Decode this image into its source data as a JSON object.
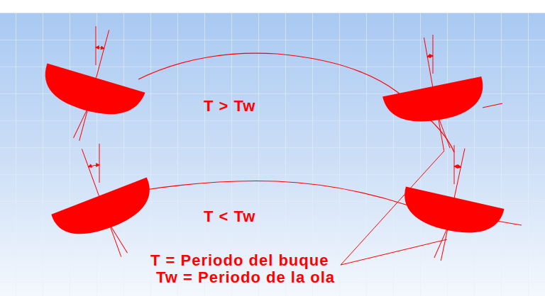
{
  "diagram": {
    "labels": [
      "T > Tw",
      "T < Tw",
      "T = Periodo del buque",
      "Tw = Periodo de la ola"
    ]
  }
}
